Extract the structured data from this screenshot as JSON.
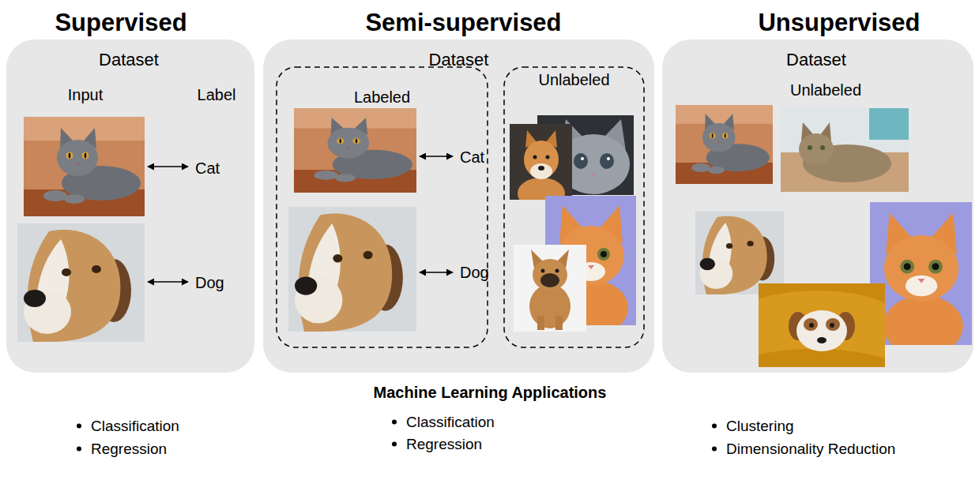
{
  "diagram": {
    "nodes": [
      {
        "text": [
          "Supervised",
          "Dataset"
        ]
      },
      {
        "text": [
          "Semi-supervised",
          "Dataset"
        ]
      },
      {
        "text": [
          "Labeled"
        ],
        "in": 1
      },
      {
        "text": [
          "Unlabeled"
        ],
        "in": 1
      },
      {
        "text": [
          "Unsupervised",
          "Dataset",
          "Unlabeled"
        ]
      }
    ],
    "labels": [
      "Input",
      "Label",
      "Cat",
      "Dog",
      "Cat",
      "Dog",
      "Machine Learning Applications",
      "Classification",
      "Regression",
      "Classification",
      "Regression",
      "Clustering",
      "Dimensionality Reduction"
    ]
  }
}
